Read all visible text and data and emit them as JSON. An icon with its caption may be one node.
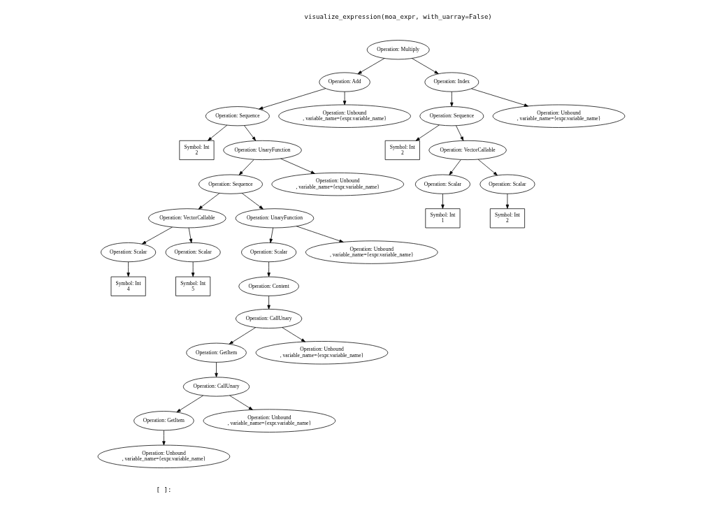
{
  "diagram": {
    "nodes": [
      {
        "text": [
          "Operation: Multiply"
        ]
      },
      {
        "text": [
          "Operation: Add"
        ]
      },
      {
        "text": [
          "Operation: Index"
        ]
      },
      {
        "text": [
          "Operation: Sequence"
        ]
      },
      {
        "text": [
          "Operation: Unbound , variable_name={expr.variable_name}"
        ]
      },
      {
        "text": [
          "Operation: Sequence"
        ]
      },
      {
        "text": [
          "Operation: Unbound , variable_name={expr.variable_name}"
        ]
      },
      {
        "text": [
          "Symbol: Int 2"
        ]
      },
      {
        "text": [
          "Operation: UnaryFunction"
        ]
      },
      {
        "text": [
          "Symbol: Int 2"
        ]
      },
      {
        "text": [
          "Operation: VectorCallable"
        ]
      },
      {
        "text": [
          "Operation: Sequence"
        ]
      },
      {
        "text": [
          "Operation: Unbound , variable_name={expr.variable_name}"
        ]
      },
      {
        "text": [
          "Operation: Scalar"
        ]
      },
      {
        "text": [
          "Operation: Scalar"
        ]
      },
      {
        "text": [
          "Operation: VectorCallable"
        ]
      },
      {
        "text": [
          "Operation: UnaryFunction"
        ]
      },
      {
        "text": [
          "Symbol: Int 1"
        ]
      },
      {
        "text": [
          "Symbol: Int 2"
        ]
      },
      {
        "text": [
          "Operation: Scalar"
        ]
      },
      {
        "text": [
          "Operation: Scalar"
        ]
      },
      {
        "text": [
          "Operation: Scalar"
        ]
      },
      {
        "text": [
          "Operation: Unbound , variable_name={expr.variable_name}"
        ]
      },
      {
        "text": [
          "Symbol: Int 4"
        ]
      },
      {
        "text": [
          "Symbol: Int 5"
        ]
      },
      {
        "text": [
          "Operation: Content"
        ]
      },
      {
        "text": [
          "Operation: CallUnary"
        ]
      },
      {
        "text": [
          "Operation: GetItem"
        ]
      },
      {
        "text": [
          "Operation: Unbound , variable_name={expr.variable_name}"
        ]
      },
      {
        "text": [
          "Operation: CallUnary"
        ]
      },
      {
        "text": [
          "Operation: GetItem"
        ]
      },
      {
        "text": [
          "Operation: Unbound , variable_name={expr.variable_name}"
        ]
      },
      {
        "text": [
          "Operation: Unbound , variable_name={expr.variable_name}"
        ]
      }
    ],
    "edges": [
      {
        "from": 0,
        "to": 1,
        "arrow": "to"
      },
      {
        "from": 0,
        "to": 2,
        "arrow": "to"
      },
      {
        "from": 1,
        "to": 3,
        "arrow": "to"
      },
      {
        "from": 1,
        "to": 4,
        "arrow": "to"
      },
      {
        "from": 2,
        "to": 5,
        "arrow": "to"
      },
      {
        "from": 2,
        "to": 6,
        "arrow": "to"
      },
      {
        "from": 3,
        "to": 7,
        "arrow": "to"
      },
      {
        "from": 3,
        "to": 8,
        "arrow": "to"
      },
      {
        "from": 5,
        "to": 9,
        "arrow": "to"
      },
      {
        "from": 5,
        "to": 10,
        "arrow": "to"
      },
      {
        "from": 8,
        "to": 11,
        "arrow": "to"
      },
      {
        "from": 8,
        "to": 12,
        "arrow": "to"
      },
      {
        "from": 10,
        "to": 13,
        "arrow": "to"
      },
      {
        "from": 10,
        "to": 14,
        "arrow": "to"
      },
      {
        "from": 11,
        "to": 15,
        "arrow": "to"
      },
      {
        "from": 11,
        "to": 16,
        "arrow": "to"
      },
      {
        "from": 13,
        "to": 17,
        "arrow": "to"
      },
      {
        "from": 14,
        "to": 18,
        "arrow": "to"
      },
      {
        "from": 15,
        "to": 19,
        "arrow": "to"
      },
      {
        "from": 15,
        "to": 20,
        "arrow": "to"
      },
      {
        "from": 16,
        "to": 21,
        "arrow": "to"
      },
      {
        "from": 16,
        "to": 22,
        "arrow": "to"
      },
      {
        "from": 19,
        "to": 23,
        "arrow": "to"
      },
      {
        "from": 20,
        "to": 24,
        "arrow": "to"
      },
      {
        "from": 21,
        "to": 25,
        "arrow": "to"
      },
      {
        "from": 25,
        "to": 26,
        "arrow": "to"
      },
      {
        "from": 26,
        "to": 27,
        "arrow": "to"
      },
      {
        "from": 26,
        "to": 28,
        "arrow": "to"
      },
      {
        "from": 27,
        "to": 29,
        "arrow": "to"
      },
      {
        "from": 29,
        "to": 30,
        "arrow": "to"
      },
      {
        "from": 29,
        "to": 31,
        "arrow": "to"
      },
      {
        "from": 30,
        "to": 32,
        "arrow": "to"
      }
    ],
    "labels": [
      "visualize_expression(moa_expr, with_uarray=False)",
      "[ ]:"
    ]
  }
}
